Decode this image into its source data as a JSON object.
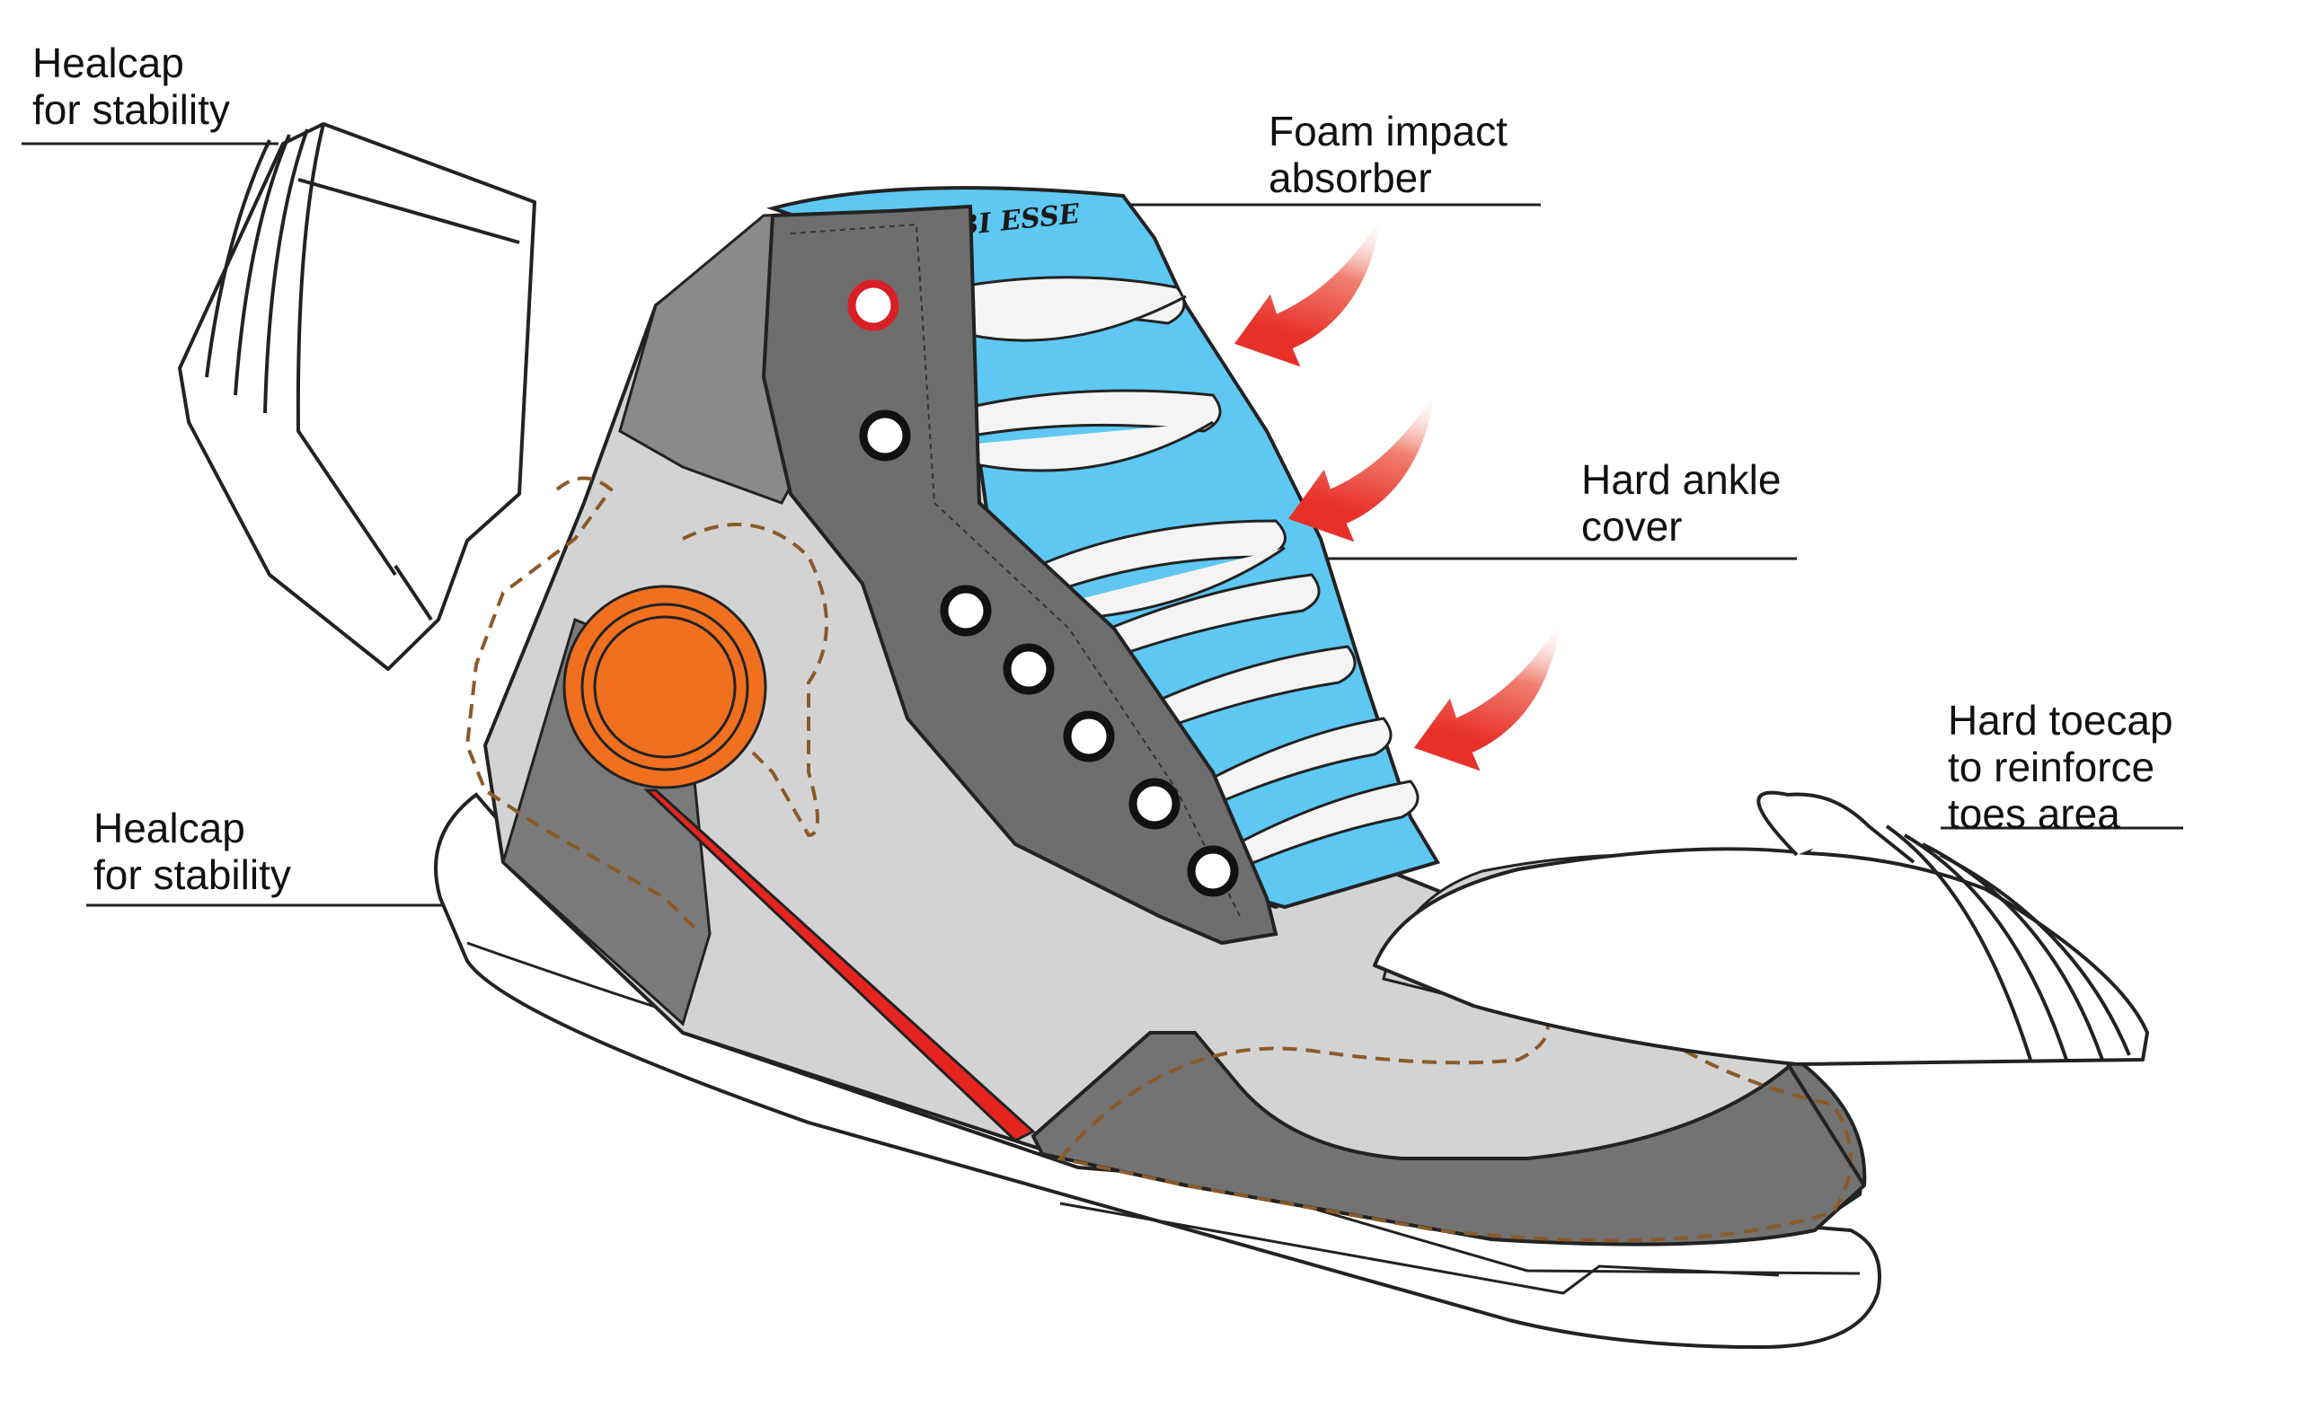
{
  "labels": {
    "heelcap_top": {
      "line1": "Healcap",
      "line2": "for stability"
    },
    "foam": {
      "line1": "Foam impact",
      "line2": "absorber"
    },
    "ankle": {
      "line1": "Hard ankle",
      "line2": "cover"
    },
    "heelcap_bottom": {
      "line1": "Healcap",
      "line2": "for stability"
    },
    "toecap": {
      "line1": "Hard toecap",
      "line2": "to reinforce",
      "line3": "toes area"
    }
  },
  "brand": {
    "logo_text": "BI ESSE"
  },
  "colors": {
    "upper_dark": "#737373",
    "upper_light": "#d3d3d3",
    "foam_blue": "#5ec8f2",
    "ankle_protector": "#f07020",
    "arrow_red": "#e8302a",
    "stripe_red": "#e52420",
    "stitch_brown": "#8b5a2b",
    "outline": "#222222"
  }
}
